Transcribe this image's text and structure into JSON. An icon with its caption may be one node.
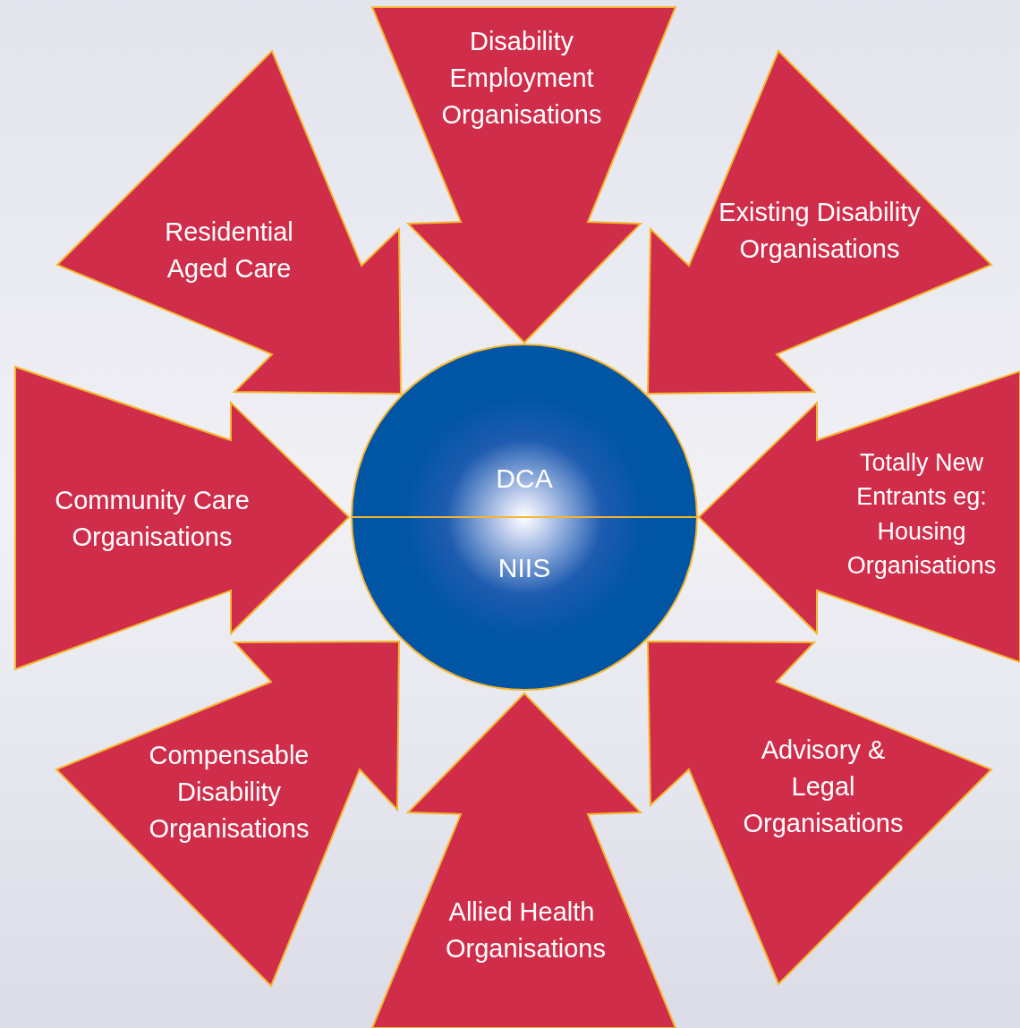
{
  "diagram": {
    "nodes": [
      {
        "text": [
          "Disability Employment Organisations"
        ]
      },
      {
        "text": [
          "Residential Aged Care"
        ]
      },
      {
        "text": [
          "Existing Disability Organisations"
        ]
      },
      {
        "text": [
          "Community Care Organisations"
        ]
      },
      {
        "text": [
          "DCA",
          "NIIS"
        ]
      },
      {
        "text": [
          "Totally New Entrants eg: Housing Organisations"
        ]
      },
      {
        "text": [
          "Compensable Disability Organisations"
        ]
      },
      {
        "text": [
          "Advisory & Legal Organisations"
        ]
      },
      {
        "text": [
          "Allied Health Organisations"
        ]
      }
    ]
  }
}
